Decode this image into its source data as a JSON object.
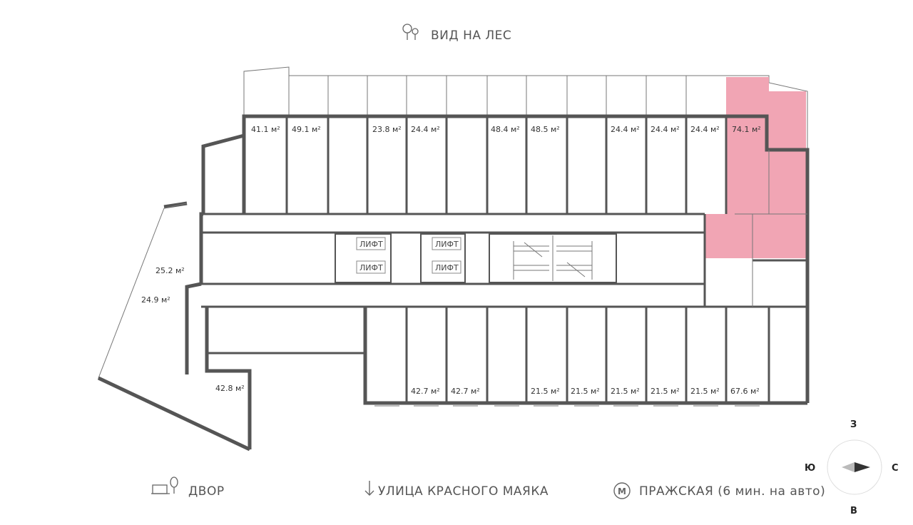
{
  "captions": {
    "top": "ВИД НА ЛЕС",
    "bottom_left": "ДВОР",
    "bottom_center": "УЛИЦА КРАСНОГО МАЯКА",
    "bottom_right": "ПРАЖСКАЯ (6 мин. на авто)"
  },
  "compass": {
    "north": "З",
    "south": "В",
    "west": "Ю",
    "east": "С"
  },
  "lift_label": "ЛИФТ",
  "units_top": [
    {
      "area": "41.1 м²"
    },
    {
      "area": "49.1 м²"
    },
    {
      "area": "23.8 м²"
    },
    {
      "area": "24.4 м²"
    },
    {
      "area": "48.4 м²"
    },
    {
      "area": "48.5 м²"
    },
    {
      "area": "24.4 м²"
    },
    {
      "area": "24.4 м²"
    },
    {
      "area": "24.4 м²"
    },
    {
      "area": "74.1 м²",
      "highlighted": true
    }
  ],
  "units_bottom": [
    {
      "area": "42.7 м²"
    },
    {
      "area": "42.7 м²"
    },
    {
      "area": "21.5 м²"
    },
    {
      "area": "21.5 м²"
    },
    {
      "area": "21.5 м²"
    },
    {
      "area": "21.5 м²"
    },
    {
      "area": "21.5 м²"
    },
    {
      "area": "67.6 м²"
    }
  ],
  "units_left": [
    {
      "area": "25.2 м²"
    },
    {
      "area": "24.9 м²"
    },
    {
      "area": "42.8 м²"
    }
  ],
  "colors": {
    "highlight": "#f0a0b0",
    "wall": "#555555",
    "text": "#333333"
  }
}
